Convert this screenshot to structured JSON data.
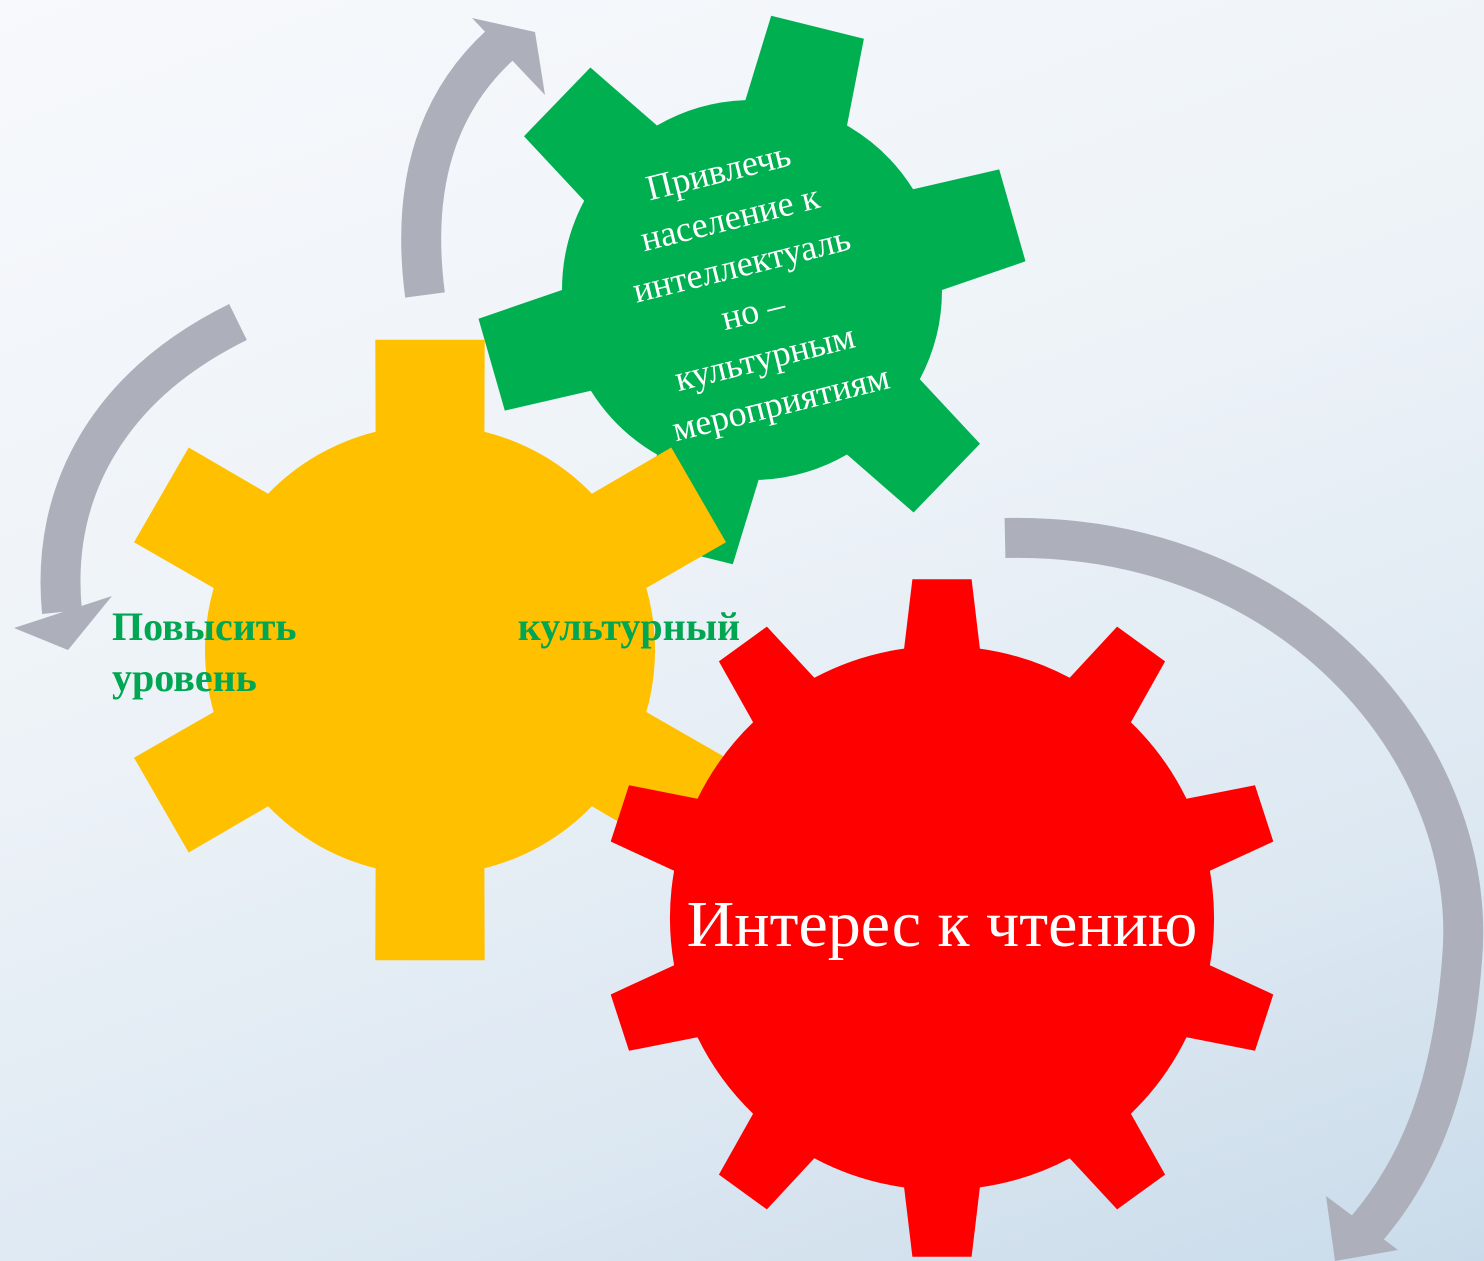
{
  "diagram": {
    "gears": [
      {
        "id": "green",
        "color": "#00b050",
        "text_color": "#ffffff",
        "lines": [
          "Привлечь",
          "население к",
          "интеллектуаль",
          "но –",
          "культурным",
          "мероприятиям"
        ]
      },
      {
        "id": "yellow",
        "color": "#ffc000",
        "text_color": "#00a651",
        "lines": [
          "Повысить",
          "культурный",
          "уровень"
        ]
      },
      {
        "id": "red",
        "color": "#ff0000",
        "text_color": "#ffffff",
        "lines": [
          "Интерес к чтению"
        ]
      }
    ],
    "arrow_color": "#adb0bb"
  }
}
